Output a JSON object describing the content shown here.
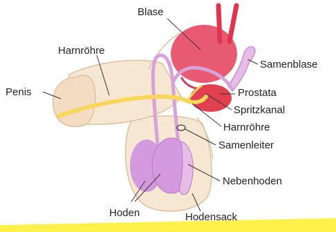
{
  "labels": {
    "blase": "Blase",
    "harnroehre_top": "Harnröhre",
    "samenblase": "Samenblase",
    "penis": "Penis",
    "prostata": "Prostata",
    "spritzkanal": "Spritzkanal",
    "harnroehre_mid": "Harnröhre",
    "samenleiter": "Samenleiter",
    "nebenhoden": "Nebenhoden",
    "hoden": "Hoden",
    "hodensack": "Hodensack"
  },
  "colors": {
    "skin": "#f6e7d2",
    "skin_outline": "#d9c2a2",
    "bladder": "#e85a72",
    "prostate": "#e0404f",
    "vessel": "#d7a2d9",
    "testis": "#d39adf",
    "urethra": "#f7d65a",
    "highlight": "#fff04a"
  }
}
